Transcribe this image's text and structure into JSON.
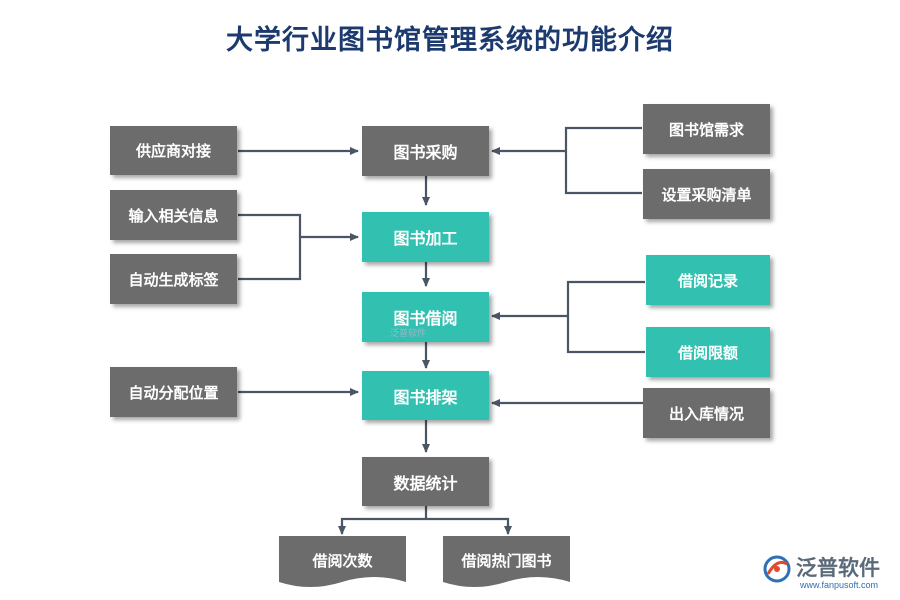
{
  "title": "大学行业图书馆管理系统的功能介绍",
  "main": {
    "purchase": "图书采购",
    "process": "图书加工",
    "borrow": "图书借阅",
    "shelve": "图书排架",
    "stats": "数据统计"
  },
  "left": {
    "supplier": "供应商对接",
    "input_info": "输入相关信息",
    "auto_label": "自动生成标签",
    "auto_assign": "自动分配位置"
  },
  "right": {
    "library_needs": "图书馆需求",
    "purchase_list": "设置采购清单",
    "borrow_record": "借阅记录",
    "borrow_limit": "借阅限额",
    "inout_status": "出入库情况"
  },
  "outputs": {
    "borrow_count": "借阅次数",
    "hot_books": "借阅热门图书"
  },
  "watermark": "泛普软件",
  "brand": {
    "name": "泛普软件",
    "url": "www.fanpusoft.com"
  },
  "colors": {
    "gray": "#6c6c6c",
    "teal": "#32c1b1",
    "connector": "#4a5566",
    "title": "#1d3a6e"
  }
}
